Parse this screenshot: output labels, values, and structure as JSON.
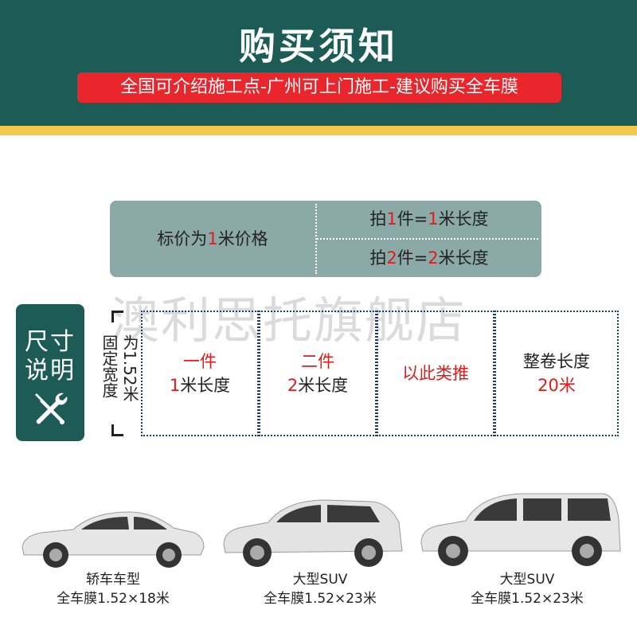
{
  "header": {
    "title": "购买须知",
    "banner": "全国可介绍施工点-广州可上门施工-建议购买全车膜"
  },
  "price": {
    "left_pre": "标价为",
    "left_num": "1",
    "left_post": "米价格",
    "row1_pre": "拍",
    "row1_num1": "1",
    "row1_mid": "件=",
    "row1_num2": "1",
    "row1_post": "米长度",
    "row2_pre": "拍",
    "row2_num1": "2",
    "row2_mid": "件=",
    "row2_num2": "2",
    "row2_post": "米长度"
  },
  "watermark": "澳利思托旗舰店",
  "size_badge": {
    "line1": "尺寸",
    "line2": "说明",
    "icon": "tools-icon"
  },
  "fixed_width": {
    "col1": "为1.52米",
    "col2": "固定宽度"
  },
  "cells": [
    {
      "line1": "一件",
      "line2_num": "1",
      "line2_post": "米长度"
    },
    {
      "line1": "二件",
      "line2_num": "2",
      "line2_post": "米长度"
    },
    {
      "line1": "以此类推"
    },
    {
      "line1": "整卷长度",
      "line2": "20米"
    }
  ],
  "cars": [
    {
      "type": "轿车车型",
      "spec": "全车膜1.52×18米"
    },
    {
      "type": "大型SUV",
      "spec": "全车膜1.52×23米"
    },
    {
      "type": "大型SUV",
      "spec": "全车膜1.52×23米"
    }
  ],
  "colors": {
    "header": "#1d5c56",
    "stripe": "#f2c94c",
    "banner": "#e8262c",
    "price_box": "#8aa9a7",
    "accent_red": "#e21b1b"
  }
}
